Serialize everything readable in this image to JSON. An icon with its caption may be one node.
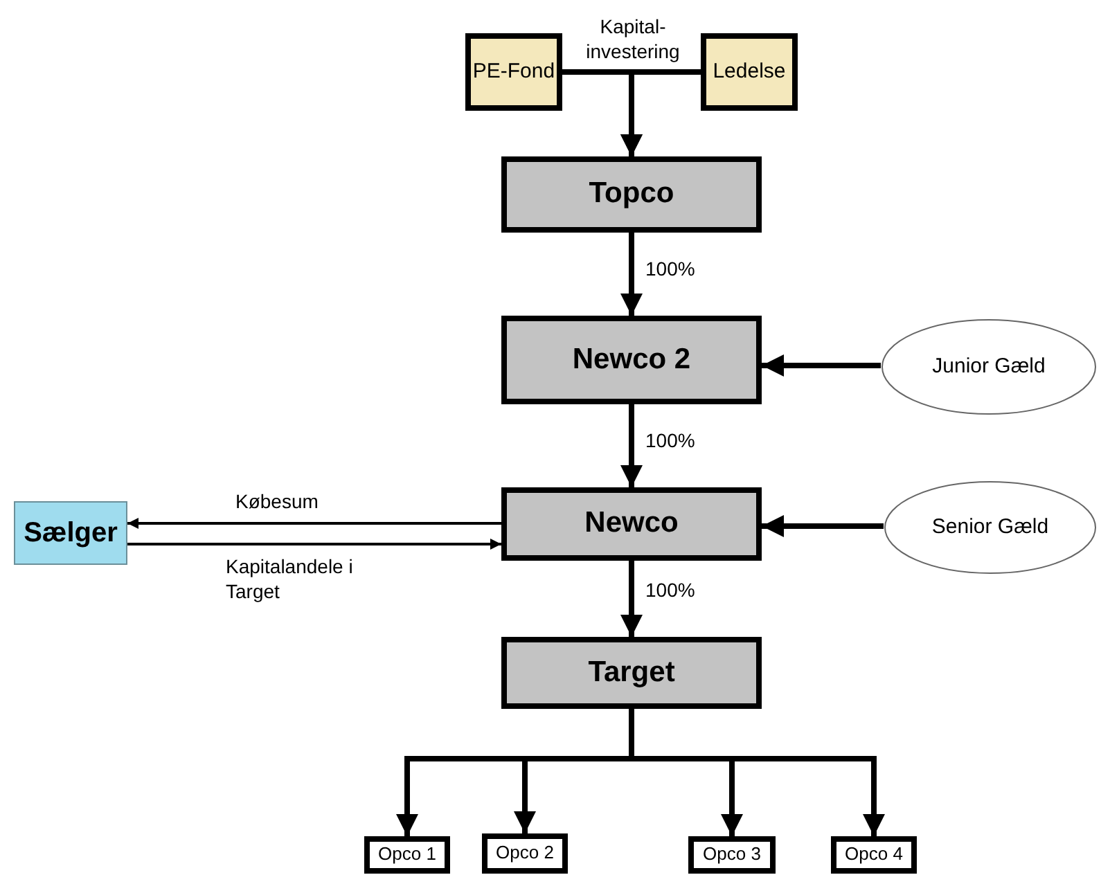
{
  "diagram": {
    "nodes": [
      {
        "text": [
          "PE-Fond"
        ]
      },
      {
        "text": [
          "Ledelse"
        ]
      },
      {
        "text": [
          "Topco"
        ]
      },
      {
        "text": [
          "Newco 2"
        ]
      },
      {
        "text": [
          "Junior Gæld"
        ]
      },
      {
        "text": [
          "Newco"
        ]
      },
      {
        "text": [
          "Senior Gæld"
        ]
      },
      {
        "text": [
          "Sælger"
        ]
      },
      {
        "text": [
          "Target"
        ]
      },
      {
        "text": [
          "Opco 1"
        ]
      },
      {
        "text": [
          "Opco 2"
        ]
      },
      {
        "text": [
          "Opco 3"
        ]
      },
      {
        "text": [
          "Opco 4"
        ]
      }
    ],
    "edges": [
      {
        "from": 0,
        "to": 2,
        "arrow": "to",
        "label": "Kapital- investering"
      },
      {
        "from": 1,
        "to": 2,
        "arrow": "to"
      },
      {
        "from": 2,
        "to": 3,
        "arrow": "to",
        "label": "100%"
      },
      {
        "from": 4,
        "to": 3,
        "arrow": "to"
      },
      {
        "from": 3,
        "to": 5,
        "arrow": "to",
        "label": "100%"
      },
      {
        "from": 6,
        "to": 5,
        "arrow": "to"
      },
      {
        "from": 5,
        "to": 7,
        "arrow": "to",
        "label": "Købesum"
      },
      {
        "from": 7,
        "to": 5,
        "arrow": "to",
        "label": "Kapitalandele i Target"
      },
      {
        "from": 5,
        "to": 8,
        "arrow": "to",
        "label": "100%"
      },
      {
        "from": 8,
        "to": 9,
        "arrow": "to"
      },
      {
        "from": 8,
        "to": 10,
        "arrow": "to"
      },
      {
        "from": 8,
        "to": 11,
        "arrow": "to"
      },
      {
        "from": 8,
        "to": 12,
        "arrow": "to"
      }
    ]
  }
}
